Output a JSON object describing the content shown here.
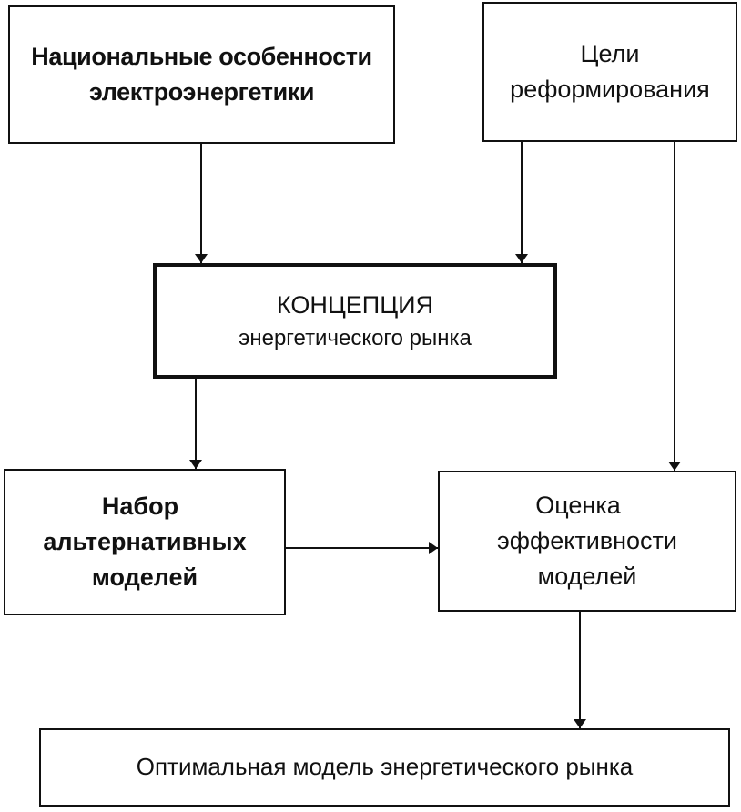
{
  "diagram": {
    "nodes": {
      "national": {
        "line1": "Национальные особенности",
        "line2": "электроэнергетики"
      },
      "goals": {
        "line1": "Цели",
        "line2": "реформирования"
      },
      "concept": {
        "line1": "КОНЦЕПЦИЯ",
        "line2": "энергетического рынка"
      },
      "alternatives": {
        "line1": "Набор",
        "line2": "альтернативных",
        "line3": "моделей"
      },
      "evaluation": {
        "line1": "Оценка",
        "line2": "эффективности",
        "line3": "моделей"
      },
      "optimal": {
        "line1": "Оптимальная модель энергетического рынка"
      }
    },
    "edges": [
      {
        "from": "national",
        "to": "concept"
      },
      {
        "from": "goals",
        "to": "concept"
      },
      {
        "from": "goals",
        "to": "evaluation"
      },
      {
        "from": "concept",
        "to": "alternatives"
      },
      {
        "from": "alternatives",
        "to": "evaluation"
      },
      {
        "from": "evaluation",
        "to": "optimal"
      }
    ]
  }
}
